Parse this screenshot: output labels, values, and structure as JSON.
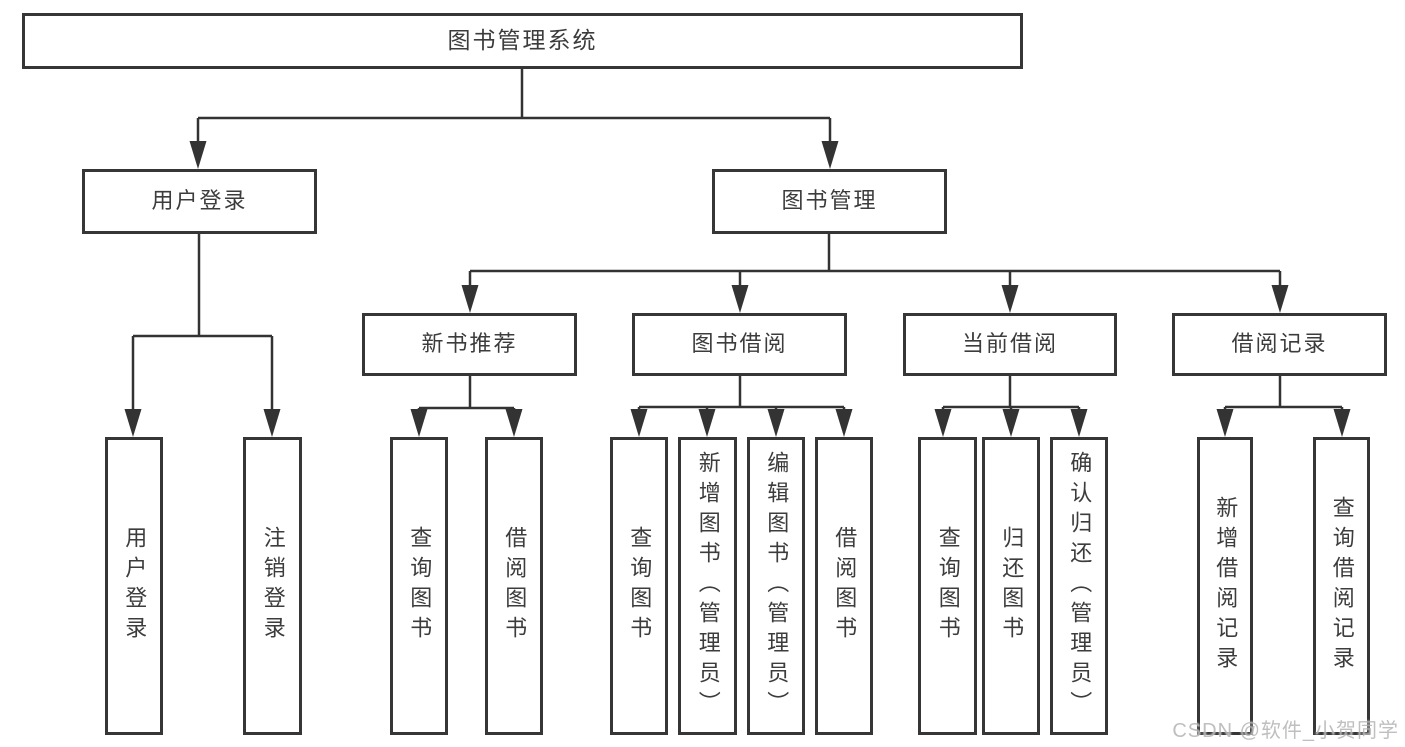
{
  "colors": {
    "line": "#333333",
    "box_border": "#363636",
    "box_text": "#3c3c3c",
    "watermark_text": "#aaaaaa"
  },
  "tree": {
    "label": "图书管理系统",
    "children": [
      {
        "label": "用户登录",
        "children": [
          {
            "label": "用户登录"
          },
          {
            "label": "注销登录"
          }
        ]
      },
      {
        "label": "图书管理",
        "children": [
          {
            "label": "新书推荐",
            "children": [
              {
                "label": "查询图书"
              },
              {
                "label": "借阅图书"
              }
            ]
          },
          {
            "label": "图书借阅",
            "children": [
              {
                "label": "查询图书"
              },
              {
                "label": "新增图书（管理员）"
              },
              {
                "label": "编辑图书（管理员）"
              },
              {
                "label": "借阅图书"
              }
            ]
          },
          {
            "label": "当前借阅",
            "children": [
              {
                "label": "查询图书"
              },
              {
                "label": "归还图书"
              },
              {
                "label": "确认归还（管理员）"
              }
            ]
          },
          {
            "label": "借阅记录",
            "children": [
              {
                "label": "新增借阅记录"
              },
              {
                "label": "查询借阅记录"
              }
            ]
          }
        ]
      }
    ]
  },
  "watermark": {
    "text": "CSDN @软件_小贺同学"
  }
}
